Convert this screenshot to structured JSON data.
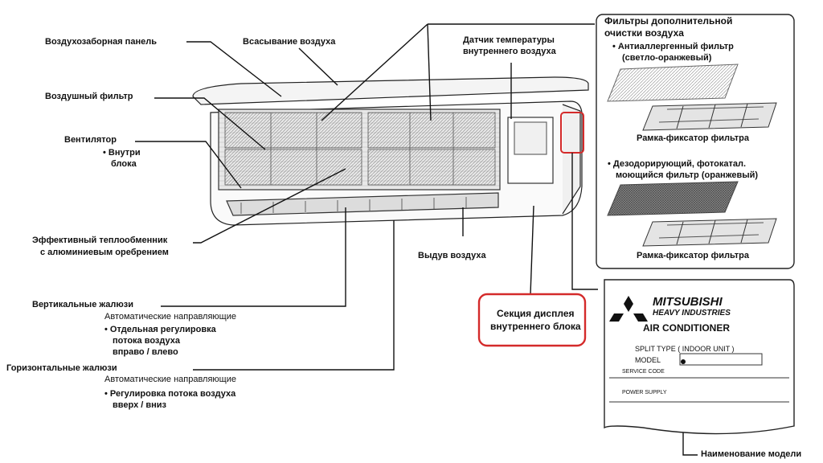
{
  "labels": {
    "intake_panel": "Воздухозаборная панель",
    "air_suction": "Всасывание воздуха",
    "temp_sensor_1": "Датчик температуры",
    "temp_sensor_2": "внутреннего  воздуха",
    "air_filter": "Воздушный фильтр",
    "fan": "Вентилятор",
    "fan_inside_1": "• Внутри",
    "fan_inside_2": "блока",
    "heat_exchanger_1": "Эффективный теплообменник",
    "heat_exchanger_2": "с алюминиевым оребрением",
    "air_outlet": "Выдув воздуха",
    "vertical_louvers": "Вертикальные жалюзи",
    "vertical_auto": "Автоматические направляющие",
    "vertical_desc_1": "• Отдельная регулировка",
    "vertical_desc_2": "потока воздуха",
    "vertical_desc_3": "вправо / влево",
    "horizontal_louvers": "Горизонтальные жалюзи",
    "horizontal_auto": "Автоматические направляющие",
    "horizontal_desc_1": "• Регулировка потока воздуха",
    "horizontal_desc_2": "вверх / вниз",
    "display_section_1": "Секция дисплея",
    "display_section_2": "внутреннего блока",
    "model_name": "Наименование модели"
  },
  "filters_panel": {
    "title_1": "Фильтры дополнительной",
    "title_2": "очистки воздуха",
    "allergen_1": "• Антиаллергенный фильтр",
    "allergen_2": "(светло-оранжевый)",
    "frame_1": "Рамка-фиксатор фильтра",
    "deodor_1": "• Дезодорирующий, фотокатал.",
    "deodor_2": "моющийся фильтр (оранжевый)",
    "frame_2": "Рамка-фиксатор фильтра"
  },
  "nameplate": {
    "brand_1": "MITSUBISHI",
    "brand_2": "HEAVY INDUSTRIES",
    "product": "AIR CONDITIONER",
    "split_type": "SPLIT TYPE  ( INDOOR UNIT )",
    "model": "MODEL",
    "service_code": "SERVICE CODE",
    "power_supply": "POWER SUPPLY"
  },
  "colors": {
    "highlight": "#d42a2a",
    "line": "#111111"
  }
}
